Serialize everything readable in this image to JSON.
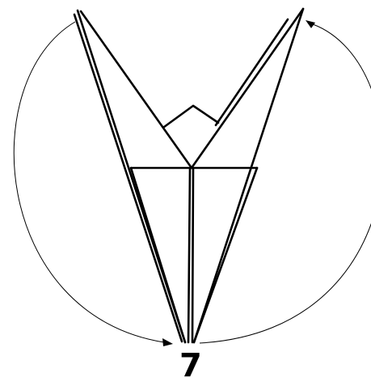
{
  "step": {
    "number": "7"
  },
  "colors": {
    "line": "#000000",
    "background": "#ffffff"
  },
  "arrows": [
    {
      "name": "left-arrow",
      "icon": "curved-arrow"
    },
    {
      "name": "right-arrow",
      "icon": "curved-arrow"
    }
  ]
}
